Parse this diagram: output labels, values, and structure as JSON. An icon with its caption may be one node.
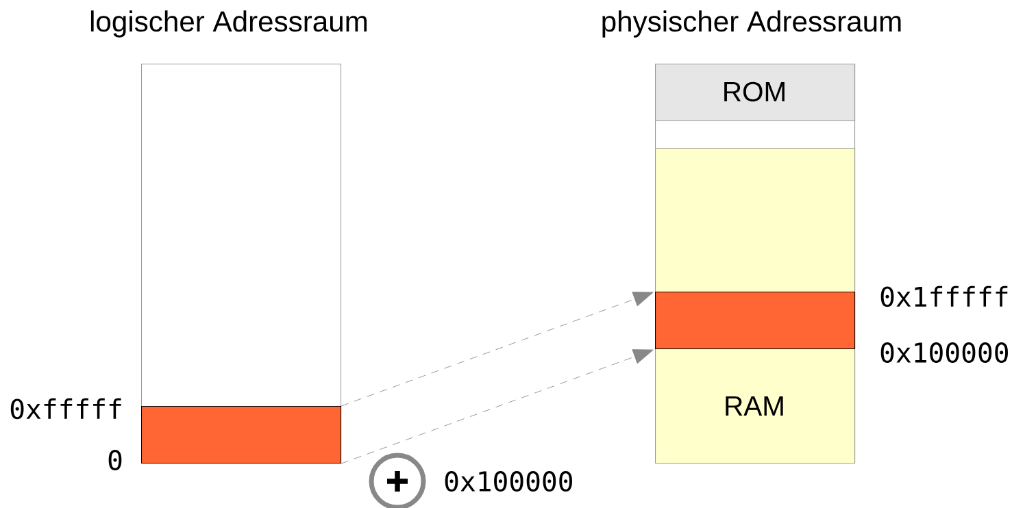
{
  "diagram": {
    "nodes": [
      {
        "text": [
          "logischer Adressraum"
        ]
      },
      {
        "text": [],
        "shape": "bar",
        "in": 0
      },
      {
        "text": [
          "physischer Adressraum"
        ]
      },
      {
        "text": [
          "ROM"
        ],
        "in": 2
      },
      {
        "text": [
          "RAM"
        ],
        "in": 2
      },
      {
        "text": [],
        "shape": "bar",
        "in": 4
      }
    ],
    "edges": [
      {
        "from": 1,
        "to": 5,
        "arrow": "to",
        "style": "dashed"
      },
      {
        "from": 1,
        "to": 5,
        "arrow": "to",
        "style": "dashed"
      }
    ],
    "labels": [
      "0xfffff",
      "0",
      "0x1fffff",
      "0x100000",
      "0x100000"
    ]
  }
}
